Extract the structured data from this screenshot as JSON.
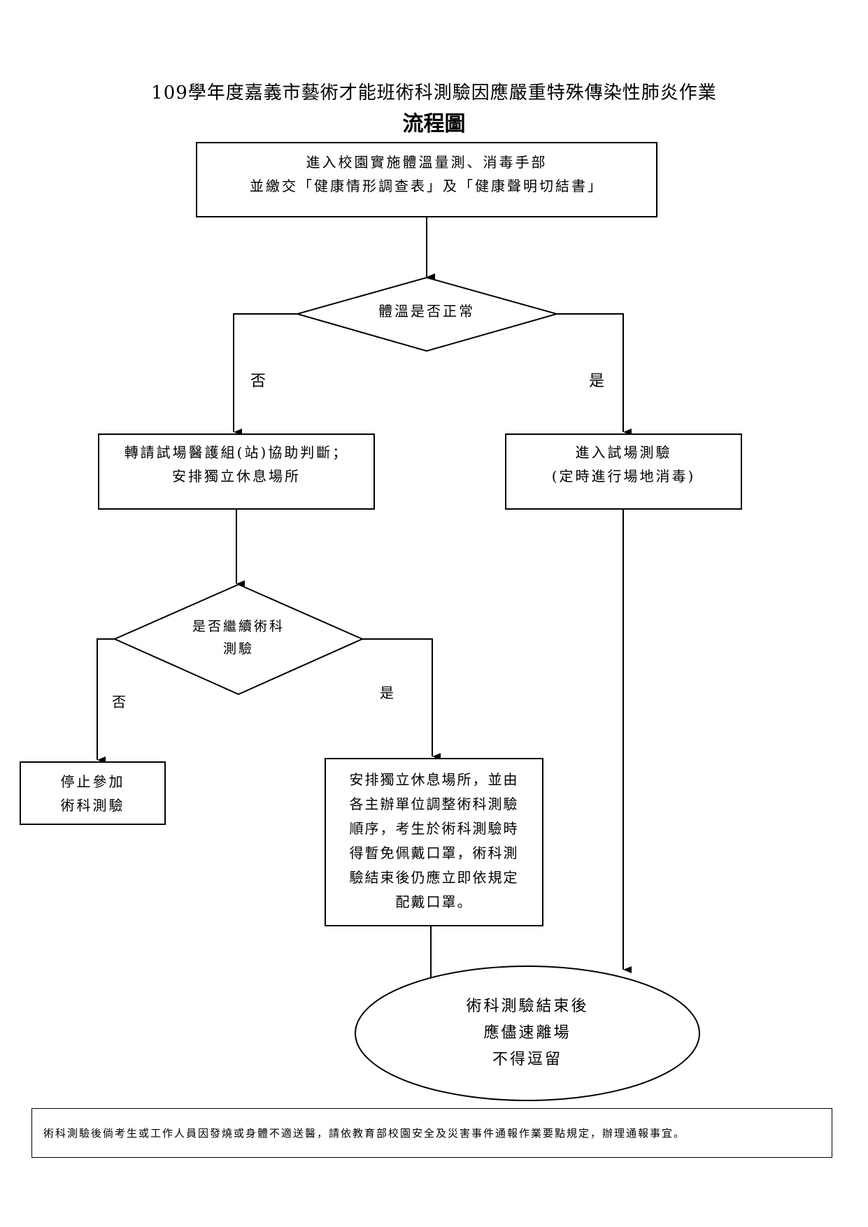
{
  "title": "109學年度嘉義市藝術才能班術科測驗因應嚴重特殊傳染性肺炎作業",
  "subtitle": "流程圖",
  "start_box": {
    "line1": "進入校園實施體溫量測、消毒手部",
    "line2": "並繳交「健康情形調查表」及「健康聲明切結書」"
  },
  "decision1": {
    "text": "體溫是否正常",
    "no_label": "否",
    "yes_label": "是"
  },
  "no_box1": {
    "line1": "轉請試場醫護組(站)協助判斷；",
    "line2": "安排獨立休息場所"
  },
  "yes_box1": {
    "line1": "進入試場測驗",
    "line2": "(定時進行場地消毒)"
  },
  "decision2": {
    "line1": "是否繼續術科",
    "line2": "測驗",
    "no_label": "否",
    "yes_label": "是"
  },
  "stop_box": {
    "line1": "停止參加",
    "line2": "術科測驗"
  },
  "continue_box": {
    "lines": [
      "安排獨立休息場所，並由",
      "各主辦單位調整術科測驗",
      "順序，考生於術科測驗時",
      "得暫免佩戴口罩，術科測",
      "驗結束後仍應立即依規定",
      "配戴口罩。"
    ]
  },
  "end_ellipse": {
    "line1": "術科測驗結束後",
    "line2": "應儘速離場",
    "line3": "不得逗留"
  },
  "note": "術科測驗後倘考生或工作人員因發燒或身體不適送醫，請依教育部校園安全及災害事件通報作業要點規定，辦理通報事宜。"
}
